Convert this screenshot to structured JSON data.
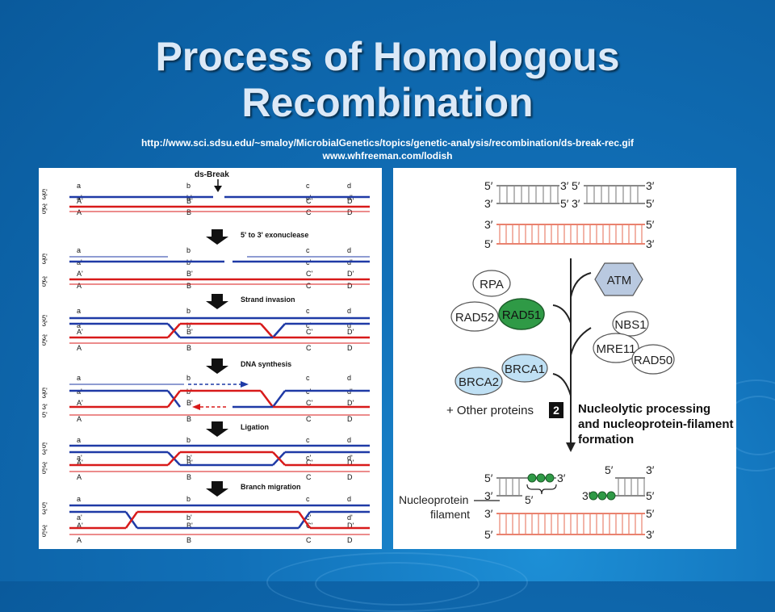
{
  "slide": {
    "title_line1": "Process of Homologous",
    "title_line2": "Recombination",
    "ref_url": "http://www.sci.sdsu.edu/~smaloy/MicrobialGenetics/topics/genetic-analysis/recombination/ds-break-rec.gif",
    "ref_site": "www.whfreeman.com/lodish"
  },
  "left_figure": {
    "break_label": "ds-Break",
    "steps": [
      "5' to 3' exonuclease",
      "Strand invasion",
      "DNA synthesis",
      "Ligation",
      "Branch migration"
    ],
    "upper_labels": [
      "a",
      "b",
      "c",
      "d"
    ],
    "strand_labels": [
      "a'",
      "b'",
      "c'",
      "d'",
      "A'",
      "B'",
      "C'",
      "D'"
    ],
    "lower_labels": [
      "A",
      "B",
      "C",
      "D"
    ],
    "end_labels": [
      "5'",
      "3'"
    ],
    "colors": {
      "blue": "#1f3aa6",
      "red": "#d81a1a",
      "black": "#111111"
    }
  },
  "right_figure": {
    "ends": [
      "5′",
      "3′"
    ],
    "proteins": [
      "RPA",
      "RAD51",
      "RAD52",
      "BRCA1",
      "BRCA2",
      "ATM",
      "NBS1",
      "MRE11",
      "RAD50"
    ],
    "other_proteins": "+ Other proteins",
    "step_number": "2",
    "step_lines": [
      "Nucleolytic processing",
      "and nucleoprotein-filament",
      "formation"
    ],
    "filament_lines": [
      "Nucleoprotein",
      "filament"
    ],
    "colors": {
      "gray_duplex": "#8a8a8a",
      "red_duplex": "#e9826f",
      "rad51": "#2f9a46",
      "brca": "#bfe0f4",
      "atm": "#b9c9e0"
    }
  }
}
